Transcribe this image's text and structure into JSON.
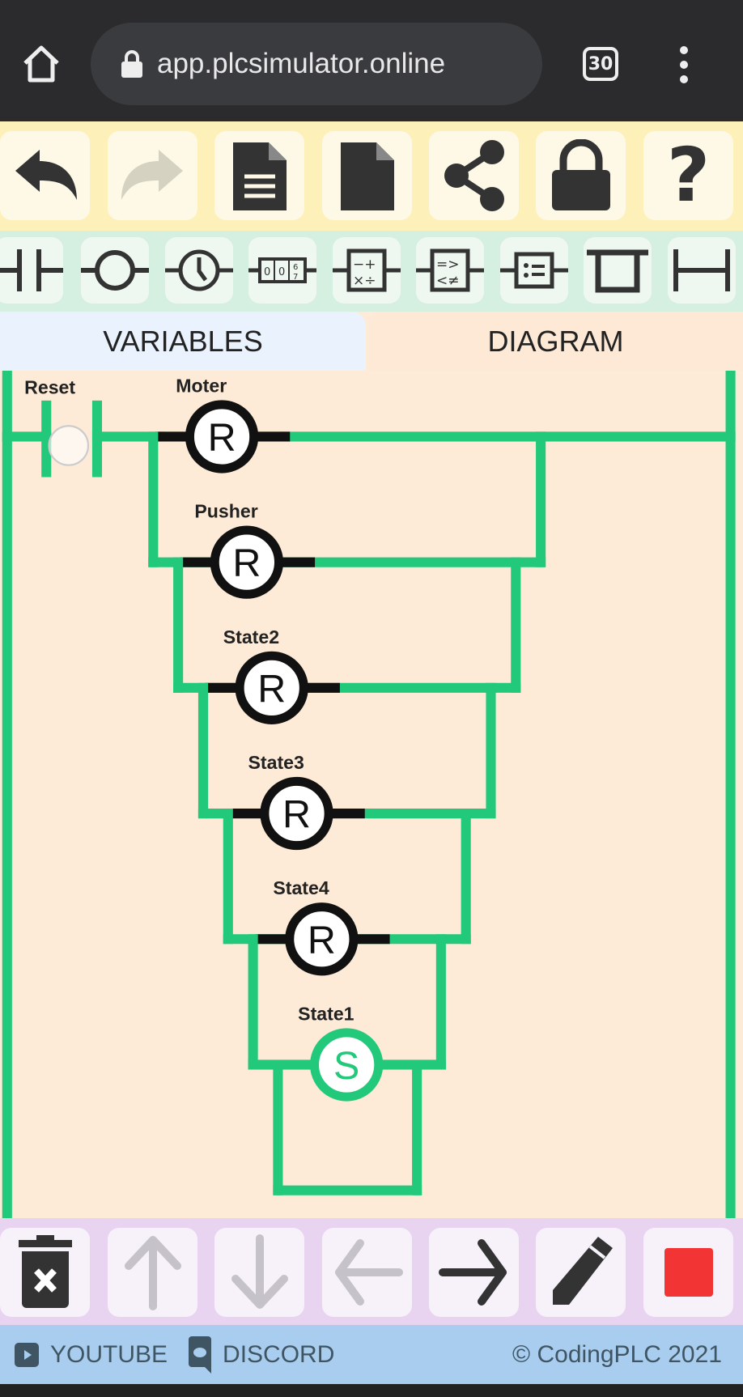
{
  "browser": {
    "url": "app.plcsimulator.online",
    "tab_count": "30"
  },
  "toolbar_top": [
    "undo-icon",
    "redo-icon",
    "document-icon",
    "new-file-icon",
    "share-icon",
    "lock-icon",
    "help-icon"
  ],
  "toolbar_elements": [
    "contact-icon",
    "coil-icon",
    "timer-icon",
    "counter-icon",
    "math-icon",
    "compare-icon",
    "assign-icon",
    "branch-open-icon",
    "branch-close-icon"
  ],
  "tabs": {
    "variables": "VARIABLES",
    "diagram": "DIAGRAM"
  },
  "diagram": {
    "contact": {
      "label": "Reset"
    },
    "coils": [
      {
        "label": "Moter",
        "type": "R",
        "active": false
      },
      {
        "label": "Pusher",
        "type": "R",
        "active": false
      },
      {
        "label": "State2",
        "type": "R",
        "active": false
      },
      {
        "label": "State3",
        "type": "R",
        "active": false
      },
      {
        "label": "State4",
        "type": "R",
        "active": false
      },
      {
        "label": "State1",
        "type": "S",
        "active": true
      }
    ],
    "colors": {
      "energized": "#22c97a",
      "inactive": "#111111"
    }
  },
  "toolbar_bottom": [
    "delete-icon",
    "move-up-icon",
    "move-down-icon",
    "move-left-icon",
    "move-right-icon",
    "edit-icon",
    "stop-icon"
  ],
  "footer": {
    "youtube": "YOUTUBE",
    "discord": "DISCORD",
    "copyright": "© CodingPLC 2021"
  }
}
